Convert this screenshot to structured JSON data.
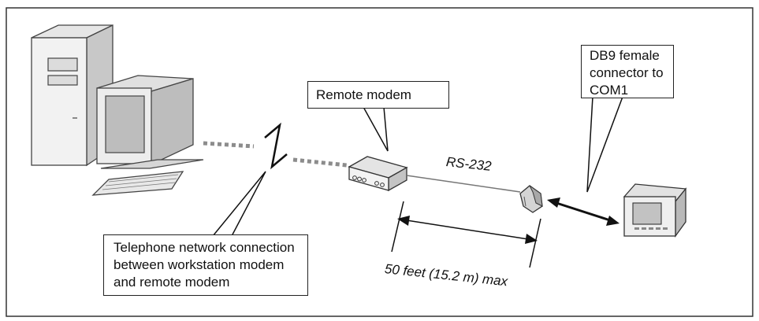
{
  "callouts": {
    "remote_modem": "Remote modem",
    "db9": "DB9 female\nconnector to\nCOM1",
    "telephone": "Telephone network connection\nbetween workstation modem\nand remote modem"
  },
  "labels": {
    "rs232": "RS-232",
    "distance": "50 feet (15.2 m) max"
  }
}
